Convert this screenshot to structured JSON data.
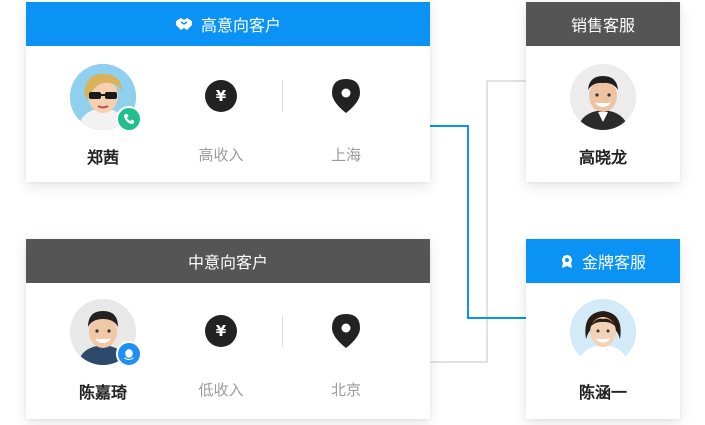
{
  "colors": {
    "accent_blue": "#0a92f5",
    "dark_header": "#555555",
    "connector_gray": "#d8d8d8"
  },
  "high_intent_card": {
    "title": "高意向客户",
    "title_icon": "handshake-icon",
    "customer_name": "郑茜",
    "customer_badge_icon": "phone-icon",
    "income_icon": "yuan-icon",
    "income_label": "高收入",
    "location_icon": "location-pin-icon",
    "location_label": "上海"
  },
  "mid_intent_card": {
    "title": "中意向客户",
    "customer_name": "陈嘉琦",
    "customer_badge_icon": "qq-icon",
    "income_icon": "yuan-icon",
    "income_label": "低收入",
    "location_icon": "location-pin-icon",
    "location_label": "北京"
  },
  "sales_agent_card": {
    "title": "销售客服",
    "agent_name": "高晓龙"
  },
  "gold_agent_card": {
    "title": "金牌客服",
    "title_icon": "medal-icon",
    "agent_name": "陈涵一"
  },
  "yuan_glyph": "¥"
}
